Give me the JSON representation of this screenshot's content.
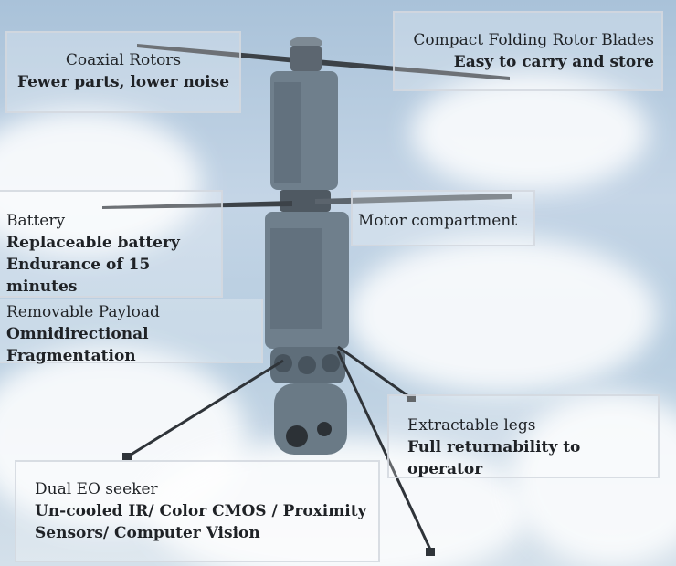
{
  "callouts": {
    "coaxial": {
      "title": "Coaxial Rotors",
      "detail": "Fewer parts, lower noise"
    },
    "blades": {
      "title": "Compact Folding Rotor Blades",
      "detail": "Easy to carry and store"
    },
    "battery": {
      "title": "Battery",
      "detail1": "Replaceable battery",
      "detail2": "Endurance of 15 minutes"
    },
    "motor": {
      "title": "Motor compartment"
    },
    "payload": {
      "title": "Removable Payload",
      "detail": "Omnidirectional Fragmentation"
    },
    "legs": {
      "title": "Extractable legs",
      "detail": "Full returnability to operator"
    },
    "seeker": {
      "title": "Dual EO seeker",
      "detail1": "Un-cooled IR/ Color CMOS / Proximity",
      "detail2": "Sensors/ Computer Vision"
    }
  },
  "colors": {
    "drone_body": "#6f7f8c",
    "rotor": "#3c4248",
    "sky": "#b7cde0"
  }
}
